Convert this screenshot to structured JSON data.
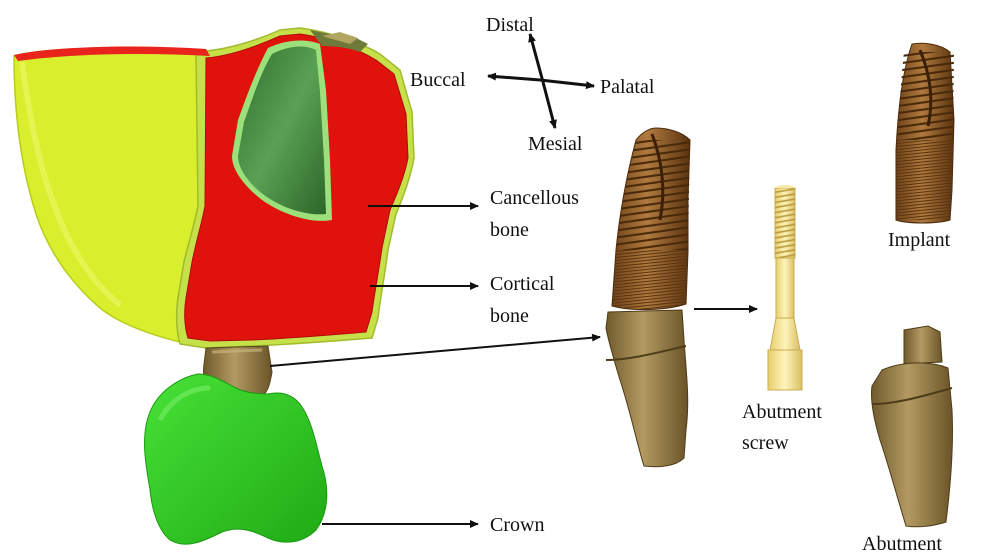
{
  "orientation": {
    "distal": "Distal",
    "buccal": "Buccal",
    "palatal": "Palatal",
    "mesial": "Mesial"
  },
  "labels": {
    "cancellous": [
      "Cancellous",
      "bone"
    ],
    "cortical": [
      "Cortical",
      "bone"
    ],
    "crown": "Crown",
    "implant": "Implant",
    "abutment_screw": [
      "Abutment",
      "screw"
    ],
    "abutment": "Abutment"
  },
  "colors": {
    "cortical_bone": "#d9ee2c",
    "cancellous_bone": "#e0120c",
    "socket": "#3f8a3a",
    "crown": "#2ed41e",
    "implant": "#8b5a26",
    "abutment": "#8e7540",
    "screw": "#f4e08c"
  }
}
